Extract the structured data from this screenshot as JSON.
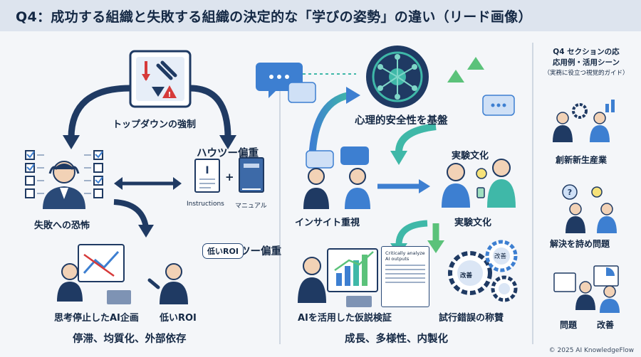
{
  "title": "Q4：成功する組織と失敗する組織の決定的な「学びの姿勢」の違い（リード画像）",
  "left": {
    "top_down": "トップダウンの強制",
    "fear": "失敗への恐怖",
    "howto_top": "ハウツー偏重",
    "howto_bottom": "ハウツー偏重",
    "instructions": "Instructions",
    "manual": "マニュアル",
    "plus": "+",
    "thinking_stop": "思考停止したAI企画",
    "low_roi_badge": "低いROI",
    "low_roi": "低いROI",
    "summary": "停滞、均質化、外部依存"
  },
  "middle": {
    "psych_safety": "心理的安全性を基盤",
    "experiment_top": "実験文化",
    "experiment_bottom": "実験文化",
    "insight": "インサイト重視",
    "hypothesis": "AIを活用した仮説検証",
    "doc_text": "Critically analyze AI outputs",
    "trial_error": "試行錯誤の称賛",
    "gear_kaizen_1": "改善",
    "gear_kaizen_2": "改善",
    "summary": "成長、多様性、内製化"
  },
  "side": {
    "heading_1": "Q4 セクションの応",
    "heading_2": "応用例・活用シーン",
    "heading_sub": "（実務に役立つ視覚的ガイド）",
    "item_1": "創新新生産業",
    "item_2": "解決を詩め問題",
    "item_3_a": "問題",
    "item_3_b": "改善"
  },
  "copyright": "© 2025 AI KnowledgeFlow",
  "colors": {
    "navy": "#1f3a63",
    "blue": "#3d7fd1",
    "teal": "#3fb8a8",
    "green": "#5bc27a",
    "red": "#d63a3a",
    "title_bg": "#dde4ee"
  }
}
